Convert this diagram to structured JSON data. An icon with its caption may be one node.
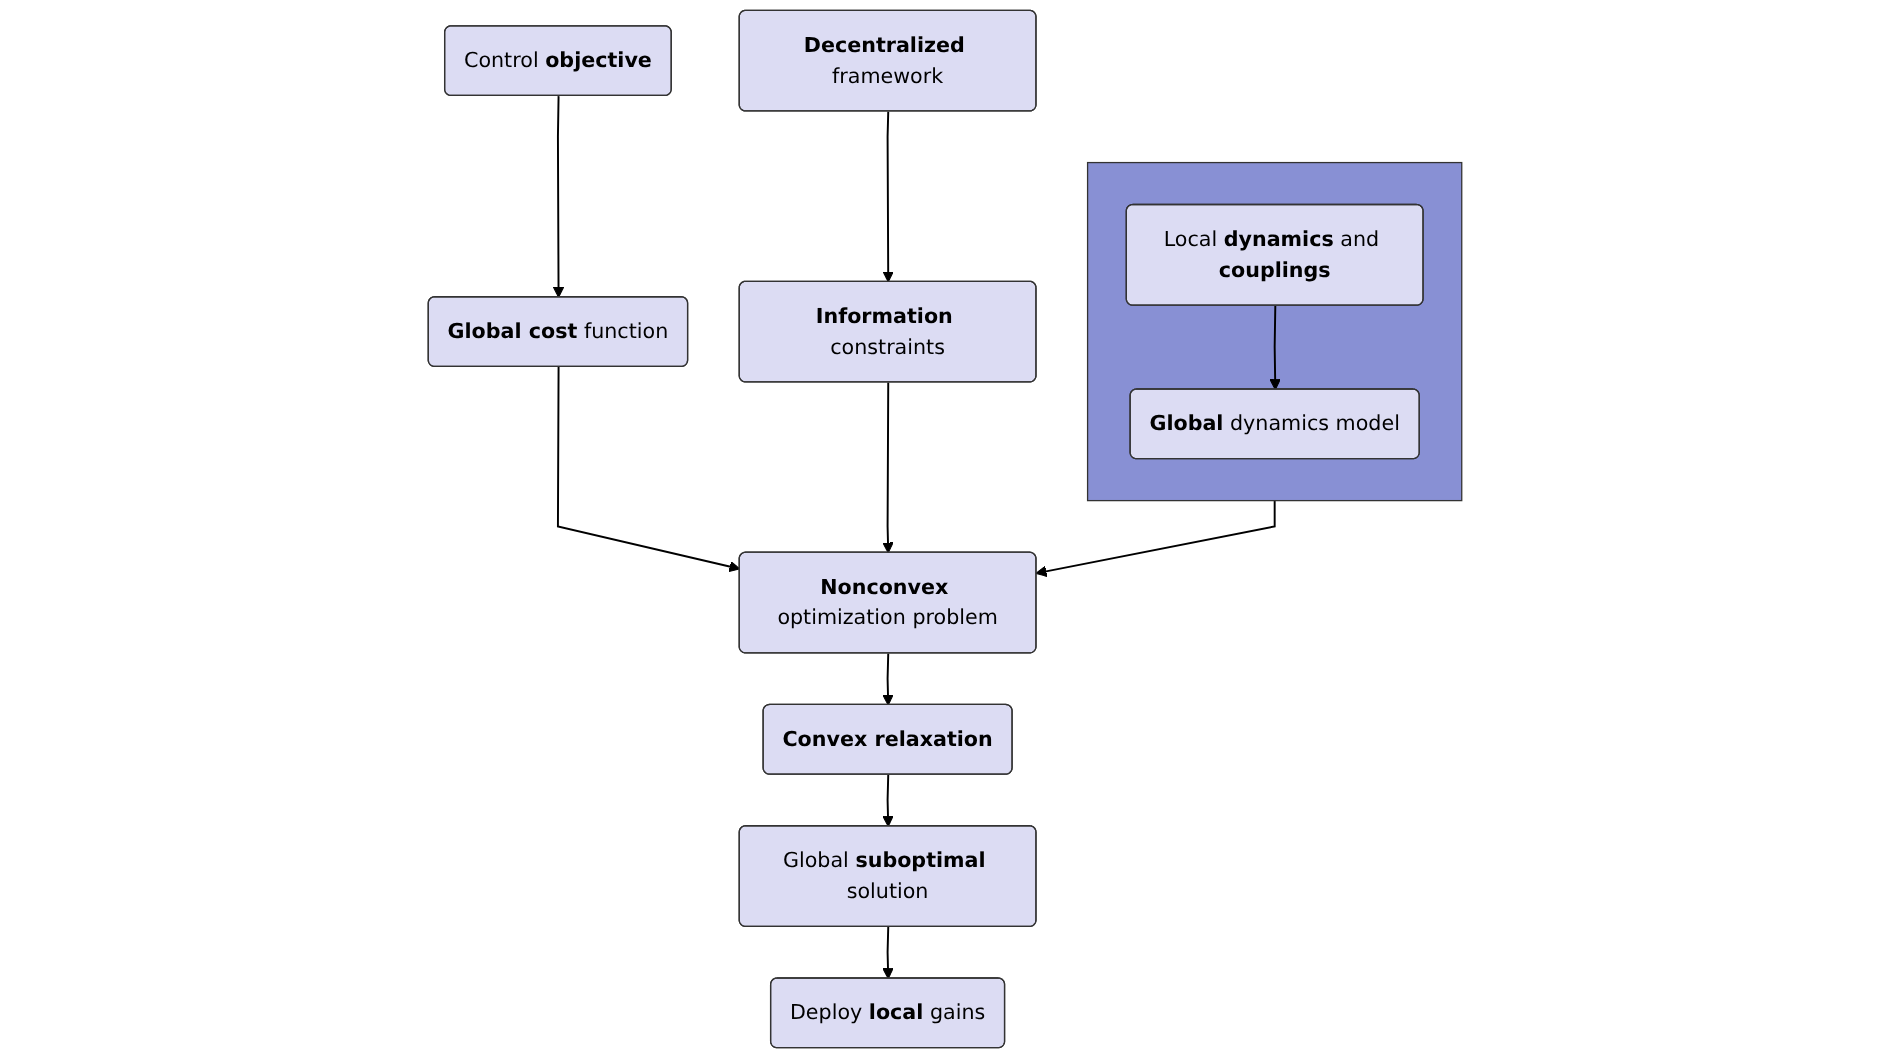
{
  "diagram": {
    "nodes": [
      {
        "text": [
          "Control **objective**"
        ]
      },
      {
        "text": [],
        "shape": "box"
      },
      {
        "text": [
          "Local **dynamics** and **couplings**"
        ],
        "in": 1
      },
      {
        "text": [
          "**Global** dynamics model"
        ],
        "in": 1
      },
      {
        "text": [
          "**Decentralized** framework"
        ]
      },
      {
        "text": [
          "**Global cost** function"
        ]
      },
      {
        "text": [
          "**Nonconvex** optimization problem"
        ]
      },
      {
        "text": [
          "**Information** constraints"
        ]
      },
      {
        "text": [
          "**Convex relaxation**"
        ]
      },
      {
        "text": [
          "Global **suboptimal** solution"
        ]
      },
      {
        "text": [
          "Deploy **local** gains"
        ]
      }
    ],
    "edges": [
      {
        "from": 0,
        "to": 5,
        "arrow": "to"
      },
      {
        "from": 2,
        "to": 3,
        "arrow": "to"
      },
      {
        "from": 1,
        "to": 6,
        "arrow": "to"
      },
      {
        "from": 4,
        "to": 7,
        "arrow": "to"
      },
      {
        "from": 5,
        "to": 6,
        "arrow": "to"
      },
      {
        "from": 7,
        "to": 6,
        "arrow": "to"
      },
      {
        "from": 6,
        "to": 8,
        "arrow": "to"
      },
      {
        "from": 8,
        "to": 9,
        "arrow": "to"
      },
      {
        "from": 9,
        "to": 10,
        "arrow": "to"
      }
    ]
  }
}
